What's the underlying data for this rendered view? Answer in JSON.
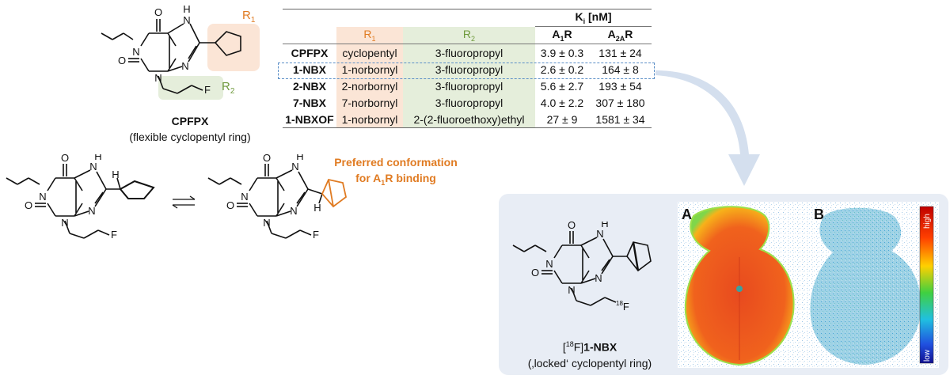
{
  "cpfpx_structure": {
    "r1_label": "R",
    "r1_sub": "1",
    "r2_label": "R",
    "r2_sub": "2",
    "caption_name": "CPFPX",
    "caption_desc": "(flexible cyclopentyl ring)"
  },
  "ki_table": {
    "ki_header": "K",
    "ki_header_sub": "i",
    "ki_header_unit": " [nM]",
    "col_r1": "R",
    "col_r1_sub": "1",
    "col_r2": "R",
    "col_r2_sub": "2",
    "col_a1": "A",
    "col_a1_sub": "1",
    "col_a1_tail": "R",
    "col_a2": "A",
    "col_a2_sub": "2A",
    "col_a2_tail": "R",
    "rows": [
      {
        "name": "CPFPX",
        "r1": "cyclopentyl",
        "r2": "3-fluoropropyl",
        "a1": "3.9 ± 0.3",
        "a2a": "131 ± 24"
      },
      {
        "name": "1-NBX",
        "r1": "1-norbornyl",
        "r2": "3-fluoropropyl",
        "a1": "2.6 ± 0.2",
        "a2a": "164 ± 8"
      },
      {
        "name": "2-NBX",
        "r1": "2-norbornyl",
        "r2": "3-fluoropropyl",
        "a1": "5.6 ± 2.7",
        "a2a": "193 ± 54"
      },
      {
        "name": "7-NBX",
        "r1": "7-norbornyl",
        "r2": "3-fluoropropyl",
        "a1": "4.0 ± 2.2",
        "a2a": "307 ± 180"
      },
      {
        "name": "1-NBXOF",
        "r1": "1-norbornyl",
        "r2": "2-(2-fluoroethoxy)ethyl",
        "a1": "27 ± 9",
        "a2a": "1581 ± 34"
      }
    ]
  },
  "conformation": {
    "label_line1": "Preferred conformation",
    "label_line2_pre": "for A",
    "label_line2_sub": "1",
    "label_line2_post": "R binding"
  },
  "atoms": {
    "O": "O",
    "N": "N",
    "H": "H",
    "F": "F"
  },
  "nbx_panel": {
    "isotope_pre": "[",
    "isotope_mass": "18",
    "isotope_post": "F]",
    "name": "1-NBX",
    "desc": "(‚locked‘ cyclopentyl ring)",
    "fluorine_mass": "18",
    "panel_a": "A",
    "panel_b": "B",
    "scale_high": "high",
    "scale_low": "low"
  },
  "colors": {
    "r1_accent": "#e07b22",
    "r2_accent": "#6f9a3c",
    "r1_fill": "#fbe5d6",
    "r2_fill": "#e5eedb",
    "highlight_dash": "#5b8fc7",
    "panel_bg": "#e8edf5"
  }
}
